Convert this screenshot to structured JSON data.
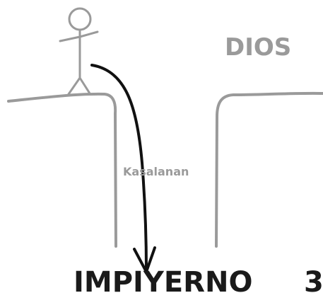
{
  "labels": {
    "god": "DIOS",
    "sin": "Kasalanan",
    "hell": "IMPIYERNO",
    "corner_number": "3"
  },
  "colors": {
    "cliff": "#9a9a9a",
    "figure": "#9a9a9a",
    "arrow": "#111111",
    "dark_text": "#1a1a1a",
    "gray_text": "#9a9a9a"
  }
}
